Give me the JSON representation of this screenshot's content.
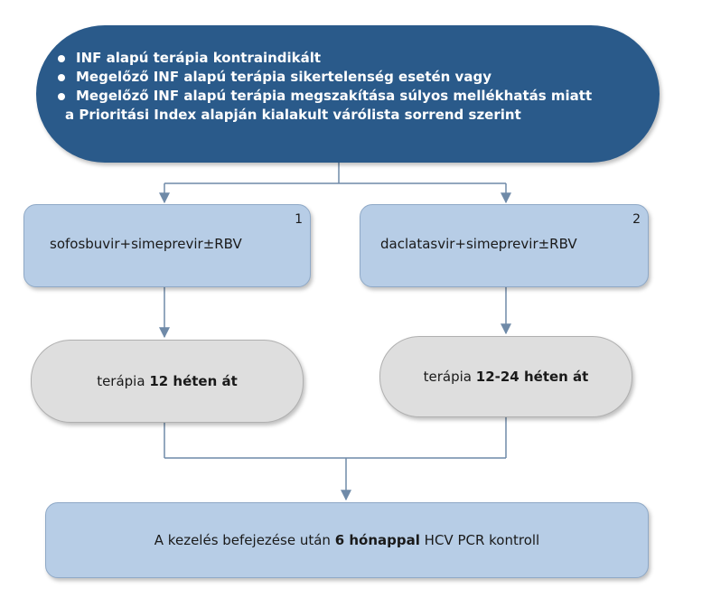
{
  "top": {
    "bullets": [
      "INF alapú terápia kontraindikált",
      "Megelőző INF alapú terápia sikertelenség esetén vagy",
      "Megelőző INF alapú terápia megszakítása súlyos mellékhatás miatt"
    ],
    "footer": "a Prioritási Index alapján kialakult várólista sorrend szerint"
  },
  "left_branch": {
    "drug": "sofosbuvir+simeprevir±RBV",
    "number": "1",
    "duration_prefix": "terápia ",
    "duration_bold": "12 héten át"
  },
  "right_branch": {
    "drug": "daclatasvir+simeprevir±RBV",
    "number": "2",
    "duration_prefix": "terápia ",
    "duration_bold": "12-24 héten át"
  },
  "final": {
    "prefix": "A kezelés befejezése után ",
    "bold": "6 hónappal",
    "suffix": " HCV PCR kontroll"
  },
  "colors": {
    "top_fill": "#2a5a8a",
    "drug_fill": "#b7cde6",
    "duration_fill": "#dedede",
    "connector": "#6f8aa8"
  }
}
